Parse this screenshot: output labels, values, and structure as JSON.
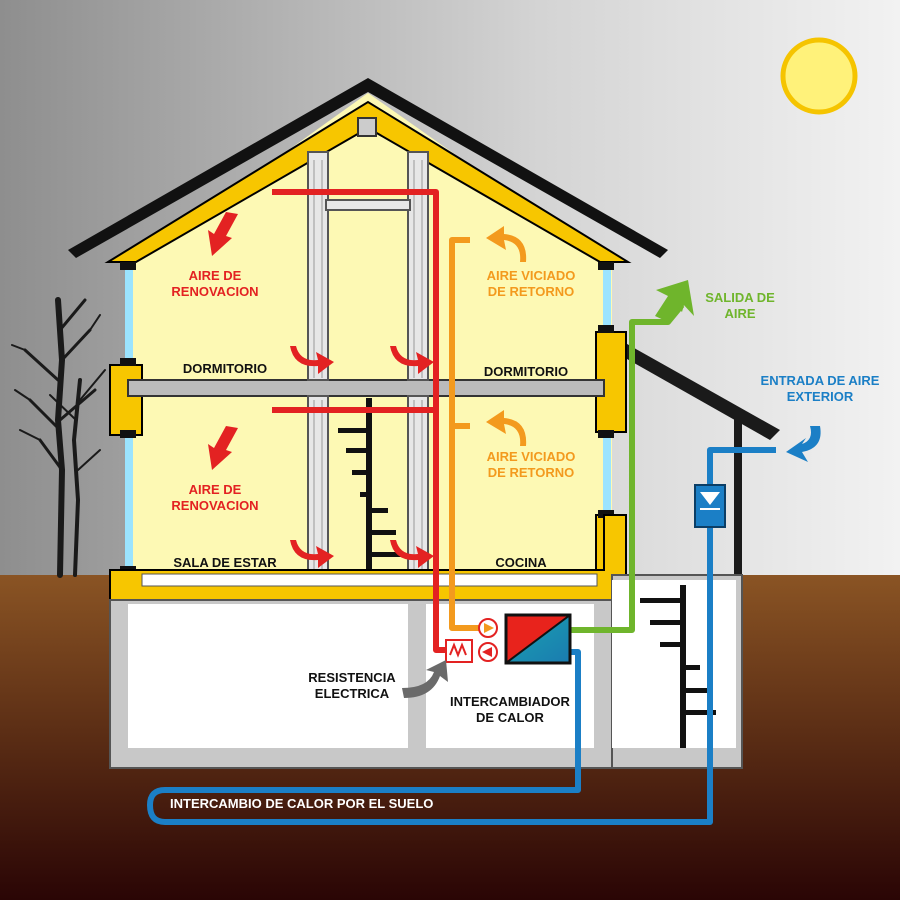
{
  "labels": {
    "aire_renovacion_top": "AIRE DE\nRENOVACION",
    "aire_renovacion_bottom": "AIRE DE\nRENOVACION",
    "aire_viciado_top": "AIRE VICIADO\nDE RETORNO",
    "aire_viciado_bottom": "AIRE VICIADO\nDE RETORNO",
    "dormitorio_left": "DORMITORIO",
    "dormitorio_right": "DORMITORIO",
    "sala_de_estar": "SALA DE ESTAR",
    "cocina": "COCINA",
    "salida_de_aire": "SALIDA DE\nAIRE",
    "entrada_de_aire": "ENTRADA DE AIRE\nEXTERIOR",
    "resistencia": "RESISTENCIA\nELECTRICA",
    "intercambiador": "INTERCAMBIADOR\nDE CALOR",
    "intercambio_suelo": "INTERCAMBIO DE CALOR POR EL SUELO"
  },
  "colors": {
    "supply_air": "#e32222",
    "return_air": "#f39a1e",
    "exhaust_air": "#6fb52c",
    "outdoor_air": "#1b7fc6",
    "insulation": "#f7c600",
    "interior": "#fdf9b4",
    "ground": "#7a3d12"
  }
}
